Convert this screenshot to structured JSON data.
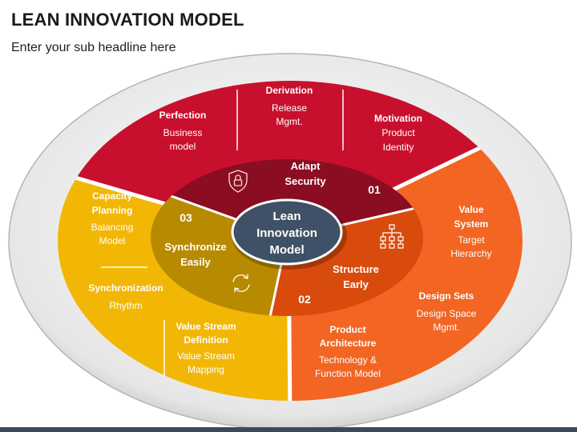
{
  "header": {
    "title": "LEAN INNOVATION MODEL",
    "subtitle": "Enter your sub headline here"
  },
  "center": {
    "line1": "Lean",
    "line2": "Innovation",
    "line3": "Model"
  },
  "inner_segments": {
    "adapt": {
      "line1": "Adapt",
      "line2": "Security",
      "number": "01",
      "icon": "shield-lock-icon"
    },
    "structure": {
      "line1": "Structure",
      "line2": "Early",
      "number": "02",
      "icon": "hierarchy-icon"
    },
    "synchronize": {
      "line1": "Synchronize",
      "line2": "Easily",
      "number": "03",
      "icon": "sync-arrows-icon"
    }
  },
  "outer_red": {
    "perfection": {
      "heading": "Perfection",
      "line1": "Business",
      "line2": "model"
    },
    "derivation": {
      "heading": "Derivation",
      "line1": "Release",
      "line2": "Mgmt."
    },
    "motivation": {
      "heading": "Motivation",
      "line1": "Product",
      "line2": "Identity"
    }
  },
  "outer_orange": {
    "value_system": {
      "heading1": "Value",
      "heading2": "System",
      "line1": "Target",
      "line2": "Hierarchy"
    },
    "design_sets": {
      "heading": "Design Sets",
      "line1": "Design Space",
      "line2": "Mgmt."
    },
    "product_architecture": {
      "heading1": "Product",
      "heading2": "Architecture",
      "line1": "Technology &",
      "line2": "Function Model"
    }
  },
  "outer_yellow": {
    "capacity_planning": {
      "heading1": "Capacity",
      "heading2": "Planning",
      "line1": "Balancing",
      "line2": "Model"
    },
    "synchronization": {
      "heading": "Synchronization",
      "line1": "Rhythm"
    },
    "value_stream_definition": {
      "heading1": "Value Stream",
      "heading2": "Definition",
      "line1": "Value Stream",
      "line2": "Mapping"
    }
  },
  "colors": {
    "red": "#c8102e",
    "dark_red": "#8b1020",
    "orange": "#f26522",
    "dark_orange": "#d84c0c",
    "yellow": "#f2b705",
    "dark_yellow": "#b88a04",
    "center": "#3e5166",
    "frame": "#c8c8c8"
  }
}
